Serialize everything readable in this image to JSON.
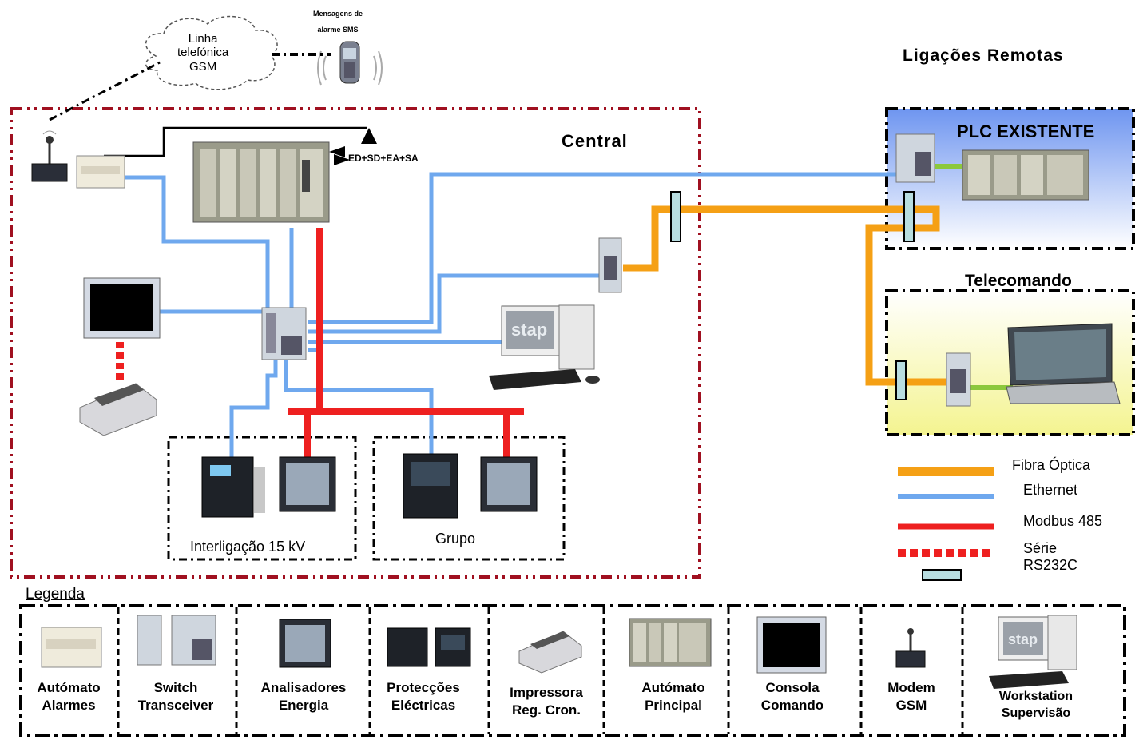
{
  "title": "Ligações Remotas",
  "cloud_label": "Linha\ntelefónica\nGSM",
  "sms_label": "Mensagens de\nalarme SMS",
  "central": {
    "label": "Central",
    "io_label": "ED+SD+EA+SA",
    "group_interligacao": "Interligação 15 kV",
    "group_grupo": "Grupo"
  },
  "remote": {
    "plc_label": "PLC EXISTENTE",
    "telecomando_label": "Telecomando",
    "screen_text": "stap"
  },
  "key": {
    "fibra": "Fibra Óptica",
    "ethernet": "Ethernet",
    "modbus": "Modbus 485",
    "serie": "Série\nRS232C"
  },
  "legend": {
    "title": "Legenda",
    "items": [
      {
        "label": "Autómato\nAlarmes"
      },
      {
        "label": "Switch\nTransceiver"
      },
      {
        "label": "Analisadores\nEnergia"
      },
      {
        "label": "Protecções\nEléctricas"
      },
      {
        "label": "Impressora\nReg. Cron."
      },
      {
        "label": "Autómato\nPrincipal"
      },
      {
        "label": "Consola\nComando"
      },
      {
        "label": "Modem\nGSM"
      },
      {
        "label": "Workstation\nSupervisão"
      }
    ]
  },
  "colors": {
    "fibra": "#F5A015",
    "ethernet": "#6FA8EE",
    "modbus": "#EE2020",
    "serie": "#EE2020",
    "connector": "#B8DDE0",
    "central_border": "#A01020",
    "green": "#8CC83C"
  }
}
